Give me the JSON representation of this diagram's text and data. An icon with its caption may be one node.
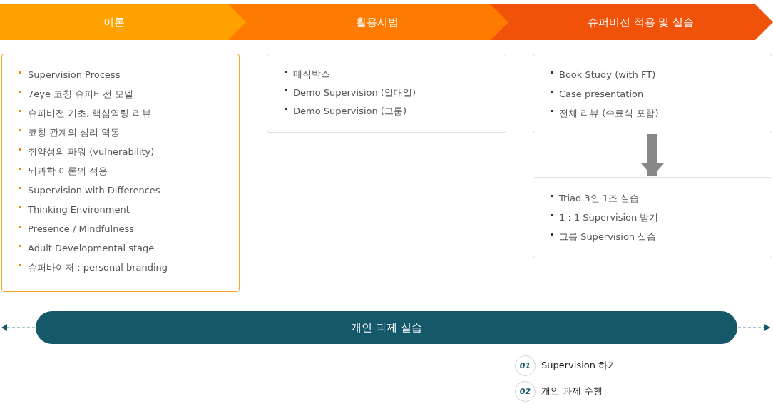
{
  "diagram": {
    "nodes": [
      {
        "text": [
          "이론"
        ]
      },
      {
        "text": [
          "활용시범"
        ]
      },
      {
        "text": [
          "슈퍼비전 적용 및 실습"
        ]
      },
      {
        "text": [
          "Supervision Process",
          "7eye 코칭 슈퍼비전 모델",
          "슈퍼비전 기초, 핵심역량 리뷰",
          "코칭 관계의 심리 역동",
          "취약성의 파워 (vulnerability)",
          "뇌과학 이론의 적용",
          "Supervision with Differences",
          "Thinking Environment",
          "Presence / Mindfulness",
          "Adult Developmental stage",
          "슈퍼바이저 : personal branding"
        ]
      },
      {
        "text": [
          "매직박스",
          "Demo Supervision (일대일)",
          "Demo Supervision (그룹)"
        ]
      },
      {
        "text": [
          "Book Study (with FT)",
          "Case presentation",
          "전체 리뷰 (수료식 포함)"
        ]
      },
      {
        "text": [
          "Triad 3인 1조 실습",
          "1 : 1 Supervision 받기",
          "그룹 Supervision 실습"
        ]
      },
      {
        "text": [
          "개인 과제 실습"
        ]
      },
      {
        "text": [
          "01"
        ],
        "beside": [
          "Supervision 하기"
        ]
      },
      {
        "text": [
          "02"
        ],
        "beside": [
          "개인 과제 수행"
        ]
      }
    ],
    "edges": [
      {
        "from": 5,
        "to": 6,
        "arrow": "to",
        "style": "thick",
        "color": "#888888"
      },
      {
        "from": 7,
        "to": null,
        "arrow": "to",
        "style": "dashed"
      },
      {
        "from": 7,
        "to": null,
        "arrow": "to",
        "style": "dashed"
      }
    ]
  }
}
